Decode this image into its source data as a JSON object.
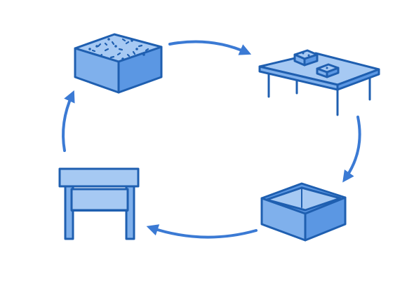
{
  "diagram": {
    "type": "cycle",
    "direction": "clockwise",
    "stages": [
      {
        "id": "filled-box",
        "icon": "box-filled-with-items-icon"
      },
      {
        "id": "items-on-table",
        "icon": "table-with-items-icon"
      },
      {
        "id": "empty-box",
        "icon": "open-empty-box-icon"
      },
      {
        "id": "stool",
        "icon": "stool-icon"
      }
    ],
    "colors": {
      "stroke": "#1f5fb0",
      "fill": "#a6c9f3",
      "fill_mid": "#7fb0ec",
      "fill_dark": "#5b97e3",
      "arrow": "#3b7ad4"
    }
  }
}
